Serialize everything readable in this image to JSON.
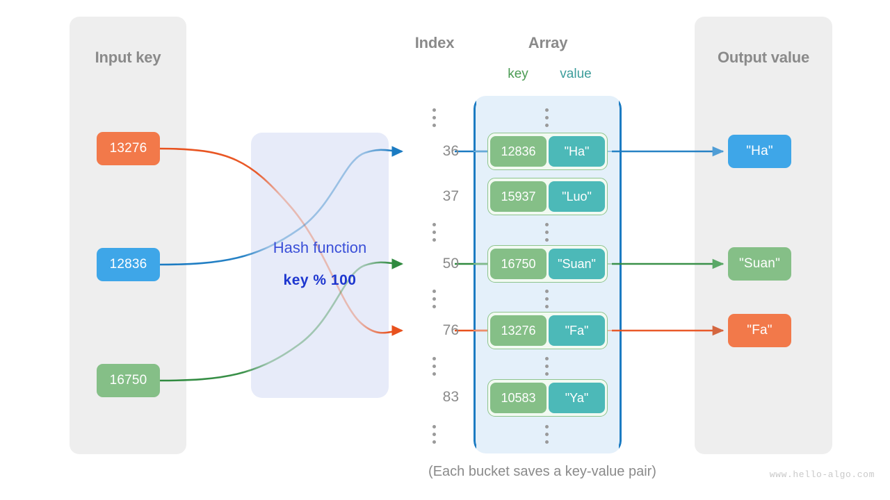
{
  "diagram": {
    "caption": "(Each bucket saves a key-value pair)",
    "watermark": "www.hello-algo.com"
  },
  "input_panel": {
    "title": "Input key",
    "keys": [
      {
        "label": "13276",
        "color": "#f2794a"
      },
      {
        "label": "12836",
        "color": "#3ea6e8"
      },
      {
        "label": "16750",
        "color": "#85bf87"
      }
    ]
  },
  "hash": {
    "label": "Hash function",
    "formula": "key % 100"
  },
  "index_column": {
    "title": "Index",
    "entries": [
      "36",
      "37",
      "50",
      "76",
      "83"
    ]
  },
  "array": {
    "title": "Array",
    "key_header": "key",
    "value_header": "value",
    "buckets": [
      {
        "key": "12836",
        "value": "\"Ha\""
      },
      {
        "key": "15937",
        "value": "\"Luo\""
      },
      {
        "key": "16750",
        "value": "\"Suan\""
      },
      {
        "key": "13276",
        "value": "\"Fa\""
      },
      {
        "key": "10583",
        "value": "\"Ya\""
      }
    ]
  },
  "output_panel": {
    "title": "Output value",
    "values": [
      {
        "label": "\"Ha\"",
        "color": "#3ea6e8"
      },
      {
        "label": "\"Suan\"",
        "color": "#85bf87"
      },
      {
        "label": "\"Fa\"",
        "color": "#f2794a"
      }
    ]
  },
  "colors": {
    "orange": "#f2794a",
    "blue": "#3ea6e8",
    "green": "#85bf87",
    "teal": "#4cb9b8",
    "panel_gray": "#eeeeee",
    "array_fill": "#e4f0fa",
    "array_border": "#1b7bc2",
    "hash_fill": "#e7ebf9",
    "hash_text": "#1d36cf",
    "edge_orange": "#e8511d",
    "edge_blue": "#1b7bc2",
    "edge_green": "#2f8a3f"
  }
}
